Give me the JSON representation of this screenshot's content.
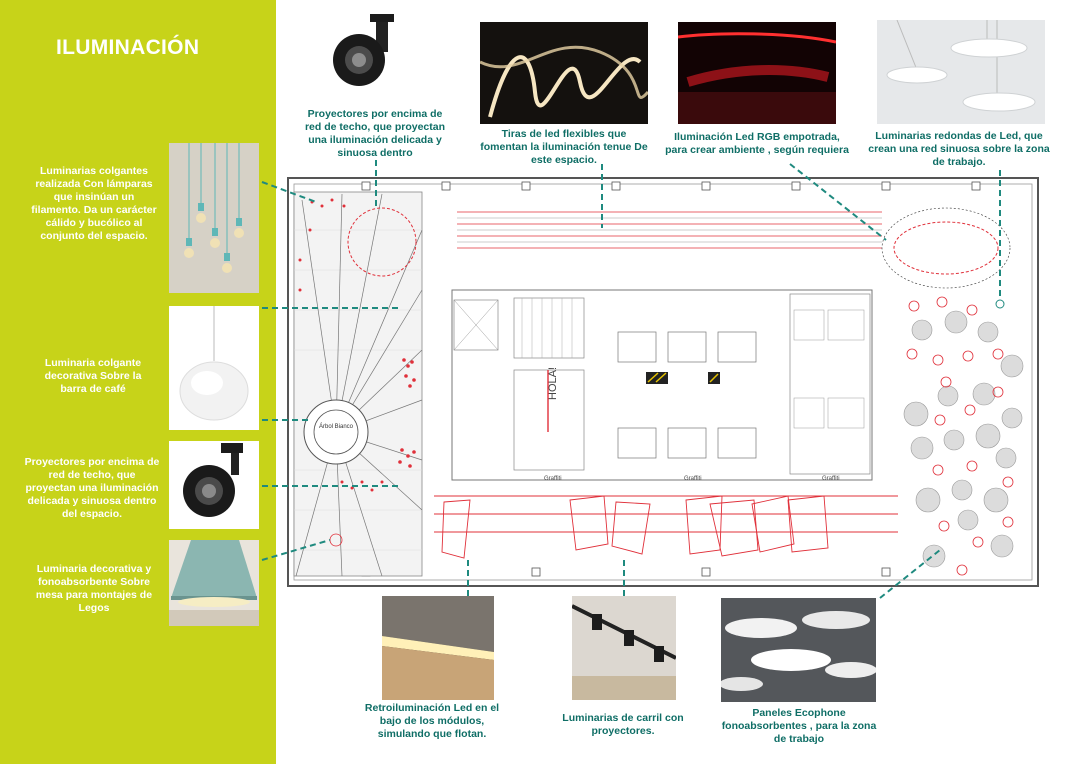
{
  "title": "ILUMINACIÓN",
  "colors": {
    "sidebar": "#c7d319",
    "callout_text": "#0f6e66",
    "leader": "#1f8a7f",
    "fixture": "#e0303a"
  },
  "side_labels": [
    "Luminarias colgantes realizada Con lámparas que insinúan un filamento. Da un carácter cálido y bucólico al conjunto del espacio.",
    "Luminaria colgante decorativa Sobre la barra de café",
    "Proyectores por encima de red de techo, que proyectan una iluminación delicada y sinuosa dentro del espacio.",
    "Luminaria decorativa y fonoabsorbente Sobre mesa para montajes de Legos"
  ],
  "callouts": {
    "projectors": "Proyectores por encima de red de techo, que proyectan una iluminación delicada y sinuosa dentro",
    "led_strips": "Tiras de led flexibles que fomentan la iluminación tenue De este espacio.",
    "rgb": "Iluminación Led RGB empotrada, para crear ambiente , según requiera",
    "round": "Luminarias redondas de Led, que crean una red sinuosa sobre la zona de trabajo.",
    "backlight": "Retroiluminación Led en el bajo de los módulos, simulando que flotan.",
    "rail": "Luminarias de carril con proyectores.",
    "ecophone": "Paneles Ecophone fonoabsorbentes , para la zona de trabajo"
  },
  "plan_labels": {
    "tree": "Árbol Bianco",
    "hola": "HOLA!",
    "graffiti_1": "Graffiti",
    "graffiti_2": "Graffiti",
    "graffiti_3": "Graffiti"
  }
}
